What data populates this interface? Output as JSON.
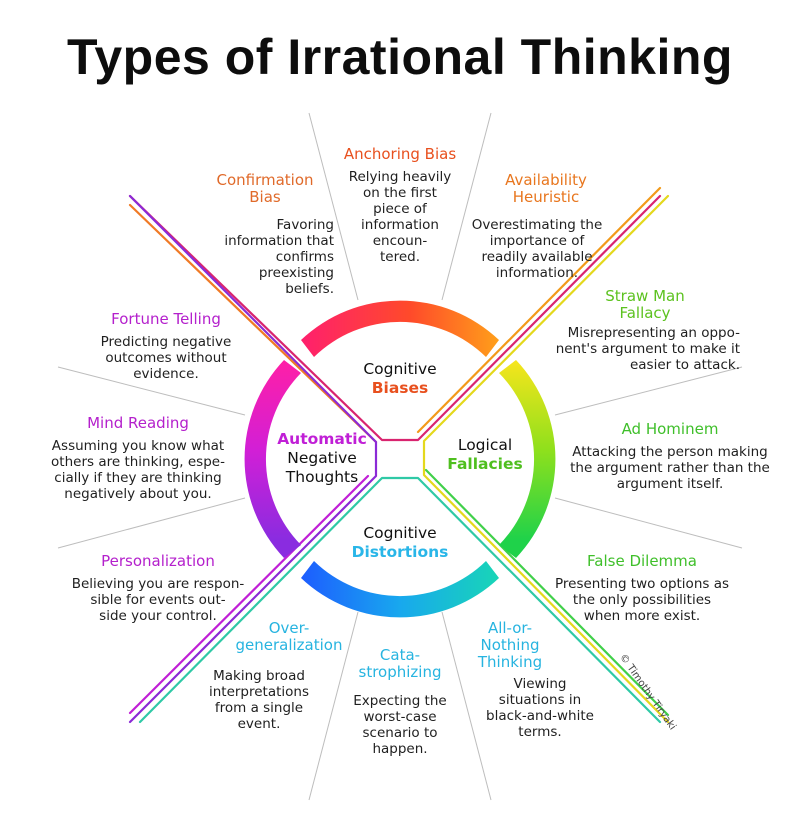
{
  "title": "Types of Irrational Thinking",
  "credit": "© Timothy Tiryaki",
  "colors": {
    "biases": "#e8501e",
    "logical": "#4fbf1f",
    "distortions": "#29b6e8",
    "automatic": "#c01fd6",
    "connector_tl": "#d9246f",
    "connector_tr": "#f29a1a",
    "connector_bl": "#8b2ad6",
    "connector_br": "#2fc9a6",
    "separator": "#bdbdbd"
  },
  "centers": {
    "biases": {
      "line1": "Cognitive",
      "line2": "Biases"
    },
    "logical": {
      "line1": "Logical",
      "line2": "Fallacies"
    },
    "distortions": {
      "line1": "Cognitive",
      "line2": "Distortions"
    },
    "automatic": {
      "line1": "Automatic",
      "line2": "Negative",
      "line3": "Thoughts"
    }
  },
  "items": {
    "anchoring": {
      "heading": "Anchoring Bias",
      "desc": "Relying heavily\non the first\npiece of\ninformation\nencoun-\ntered."
    },
    "confirmation": {
      "heading": "Confirmation\nBias",
      "desc": "Favoring\ninformation that\nconfirms\npreexisting\nbeliefs."
    },
    "availability": {
      "heading": "Availability\nHeuristic",
      "desc": "Overestimating the\nimportance of\nreadily available\ninformation."
    },
    "strawman": {
      "heading": "Straw Man\nFallacy",
      "desc": "Misrepresenting an oppo-\nnent's argument to make it\neasier to attack."
    },
    "adhominem": {
      "heading": "Ad Hominem",
      "desc": "Attacking the person making\nthe argument rather than the\nargument itself."
    },
    "falsedilemma": {
      "heading": "False Dilemma",
      "desc": "Presenting two options as\nthe only possibilities\nwhen more exist."
    },
    "allornothing": {
      "heading": "All-or-\nNothing\nThinking",
      "desc": "Viewing\nsituations in\nblack-and-white\nterms."
    },
    "catastrophizing": {
      "heading": "Cata-\nstrophizing",
      "desc": "Expecting the\nworst-case\nscenario to\nhappen."
    },
    "overgeneralization": {
      "heading": "Over-\ngeneralization",
      "desc": "Making broad\ninterpretations\nfrom a single\nevent."
    },
    "personalization": {
      "heading": "Personalization",
      "desc": "Believing you are respon-\nsible for events out-\nside your control."
    },
    "mindreading": {
      "heading": "Mind Reading",
      "desc": "Assuming you know what\nothers are thinking, espe-\ncially if they are thinking\nnegatively about you."
    },
    "fortunetelling": {
      "heading": "Fortune Telling",
      "desc": "Predicting negative\noutcomes without\nevidence."
    }
  }
}
